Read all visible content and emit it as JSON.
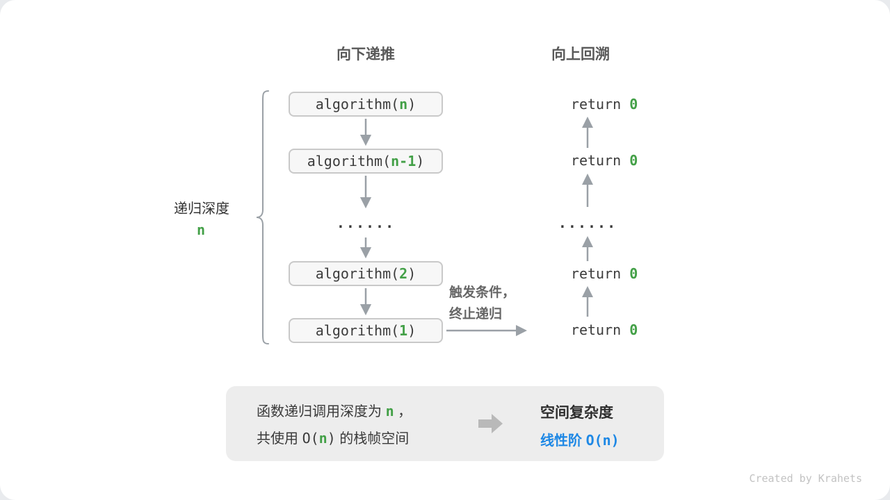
{
  "headers": {
    "downward": "向下递推",
    "upward": "向上回溯"
  },
  "depth": {
    "label": "递归深度",
    "value": "n"
  },
  "stack": {
    "fn": "algorithm(",
    "close": ")",
    "args": {
      "a0": "n",
      "a1": "n-1",
      "a2": "2",
      "a3": "1"
    },
    "dots": "......"
  },
  "returns": {
    "keyword": "return ",
    "value": "0",
    "dots": "......"
  },
  "terminate": {
    "line1": "触发条件，",
    "line2": "终止递归"
  },
  "summary": {
    "l1_pre": "函数递归调用深度为 ",
    "l1_n": "n",
    "l1_post": " ，",
    "l2_pre": "共使用 ",
    "l2_o": "O(",
    "l2_n": "n",
    "l2_c": ")",
    "l2_post": " 的栈帧空间",
    "r_title": "空间复杂度",
    "r_pre": "线性阶 ",
    "r_code": "O(n)"
  },
  "credit": "Created by Krahets",
  "colors": {
    "green": "#43a047",
    "blue": "#1E88E5",
    "arrow": "#9aa0a6",
    "box_fill": "#f7f7f7",
    "box_border": "#c9c9c9",
    "summary_bg": "#ededed"
  }
}
